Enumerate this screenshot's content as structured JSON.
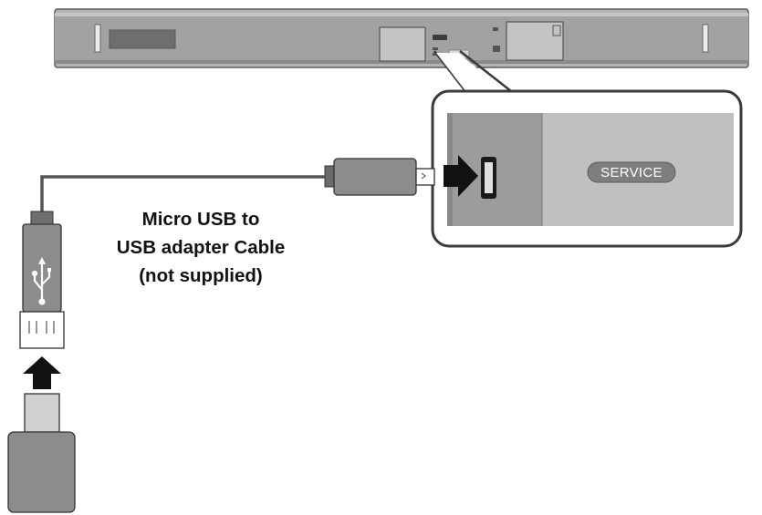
{
  "caption": {
    "line1": "Micro USB to",
    "line2": "USB adapter Cable",
    "line3": "(not supplied)"
  },
  "port_label": "SERVICE",
  "icons": {
    "usb_symbol": "usb-trident-icon",
    "plug_arrow_right": "arrow-right-icon",
    "plug_arrow_up": "arrow-up-icon",
    "headphone_jack": "headphone-icon",
    "power_symbol": "power-icon"
  },
  "colors": {
    "device_gray": "#9a9a9a",
    "device_light": "#c8c8c8",
    "outline": "#3a3a3a",
    "arrow": "#111111"
  }
}
